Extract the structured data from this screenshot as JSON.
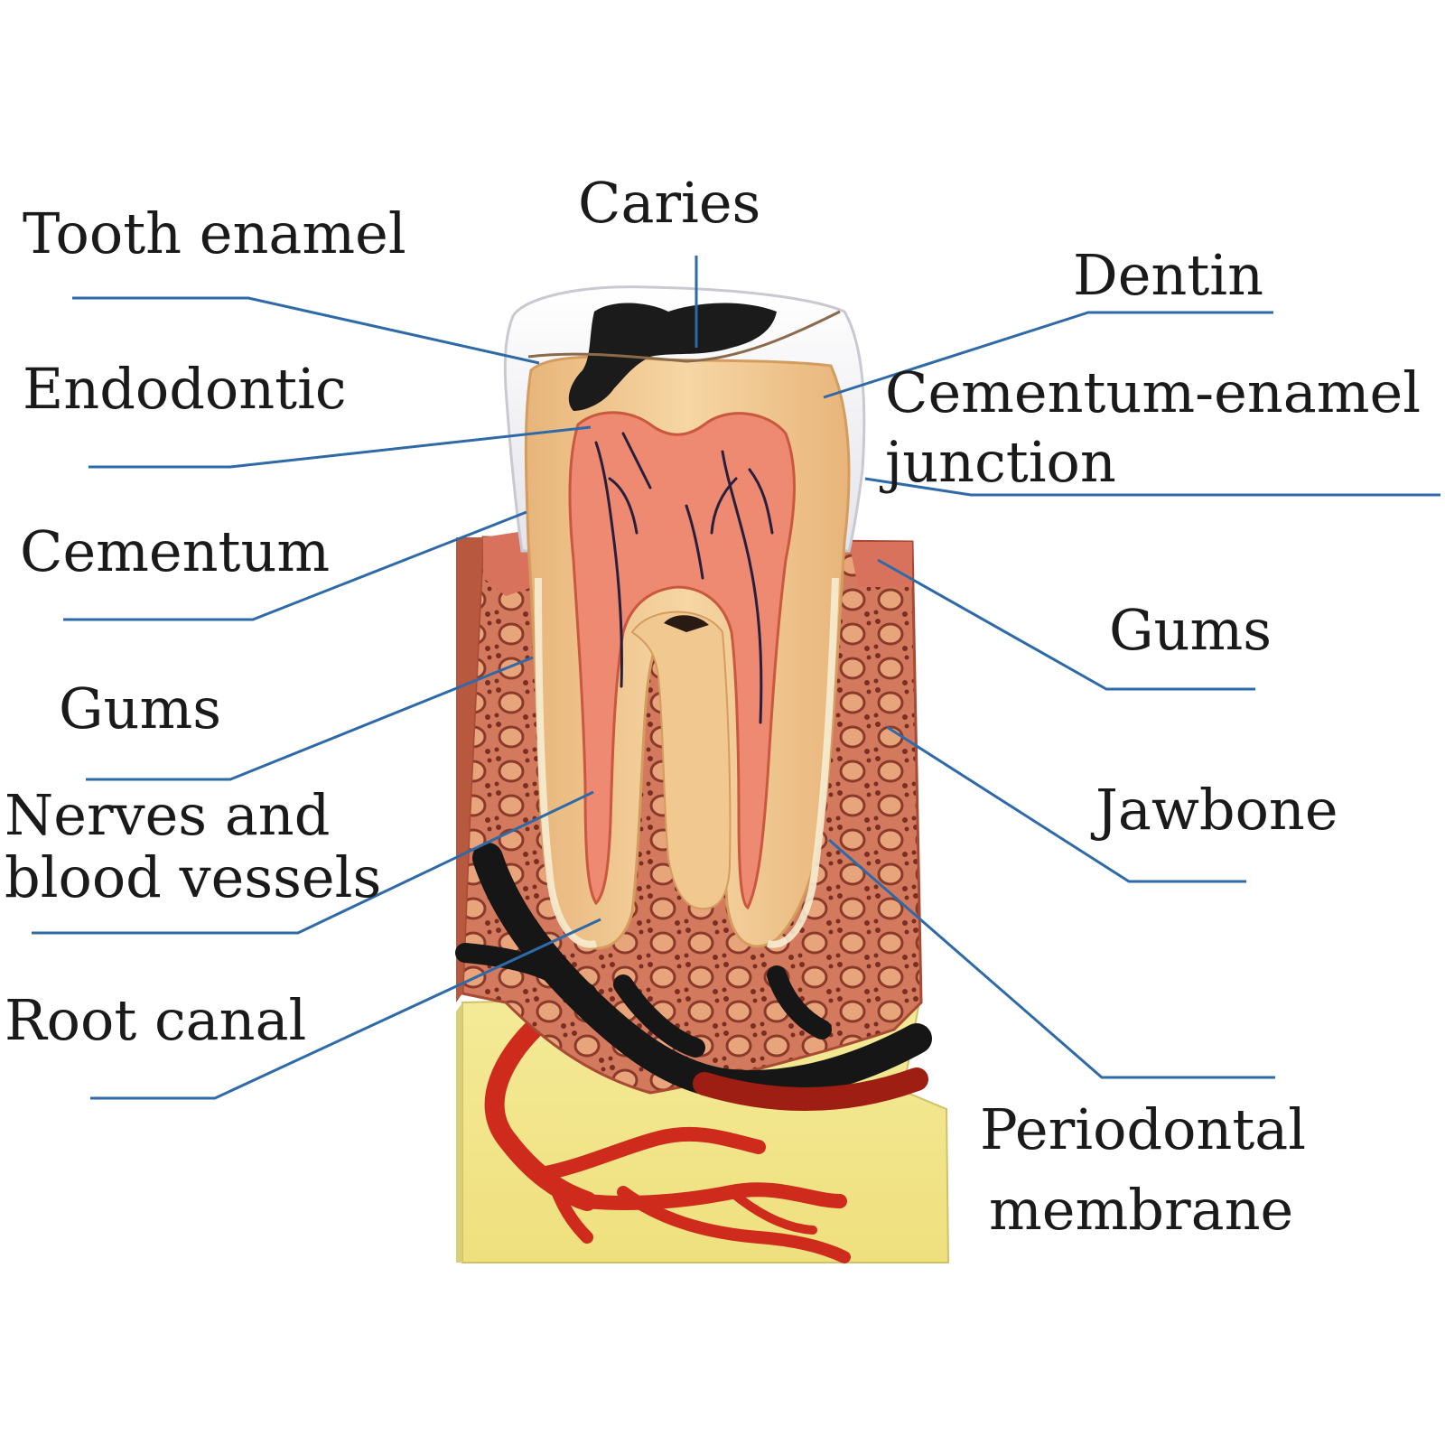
{
  "labels": {
    "caries": "Caries",
    "tooth_enamel": "Tooth enamel",
    "dentin": "Dentin",
    "endodontic": "Endodontic",
    "cej_line1": "Cementum-enamel",
    "cej_line2": "junction",
    "cementum": "Cementum",
    "gums_left": "Gums",
    "gums_right": "Gums",
    "nerves_line1": "Nerves and",
    "nerves_line2": "blood vessels",
    "jawbone": "Jawbone",
    "root_canal": "Root canal",
    "periodontal_line1": "Periodontal",
    "periodontal_line2": "membrane"
  },
  "colors": {
    "leader_line": "#2e6aa8",
    "enamel": "#f1f1f3",
    "dentin": "#f2c78e",
    "pulp": "#ee8a72",
    "caries": "#1b1b1b",
    "gum": "#d9725c",
    "bone": "#c8755a",
    "base": "#f1e48a",
    "vessel_red": "#cf2b1c",
    "vessel_dark": "#161616"
  }
}
